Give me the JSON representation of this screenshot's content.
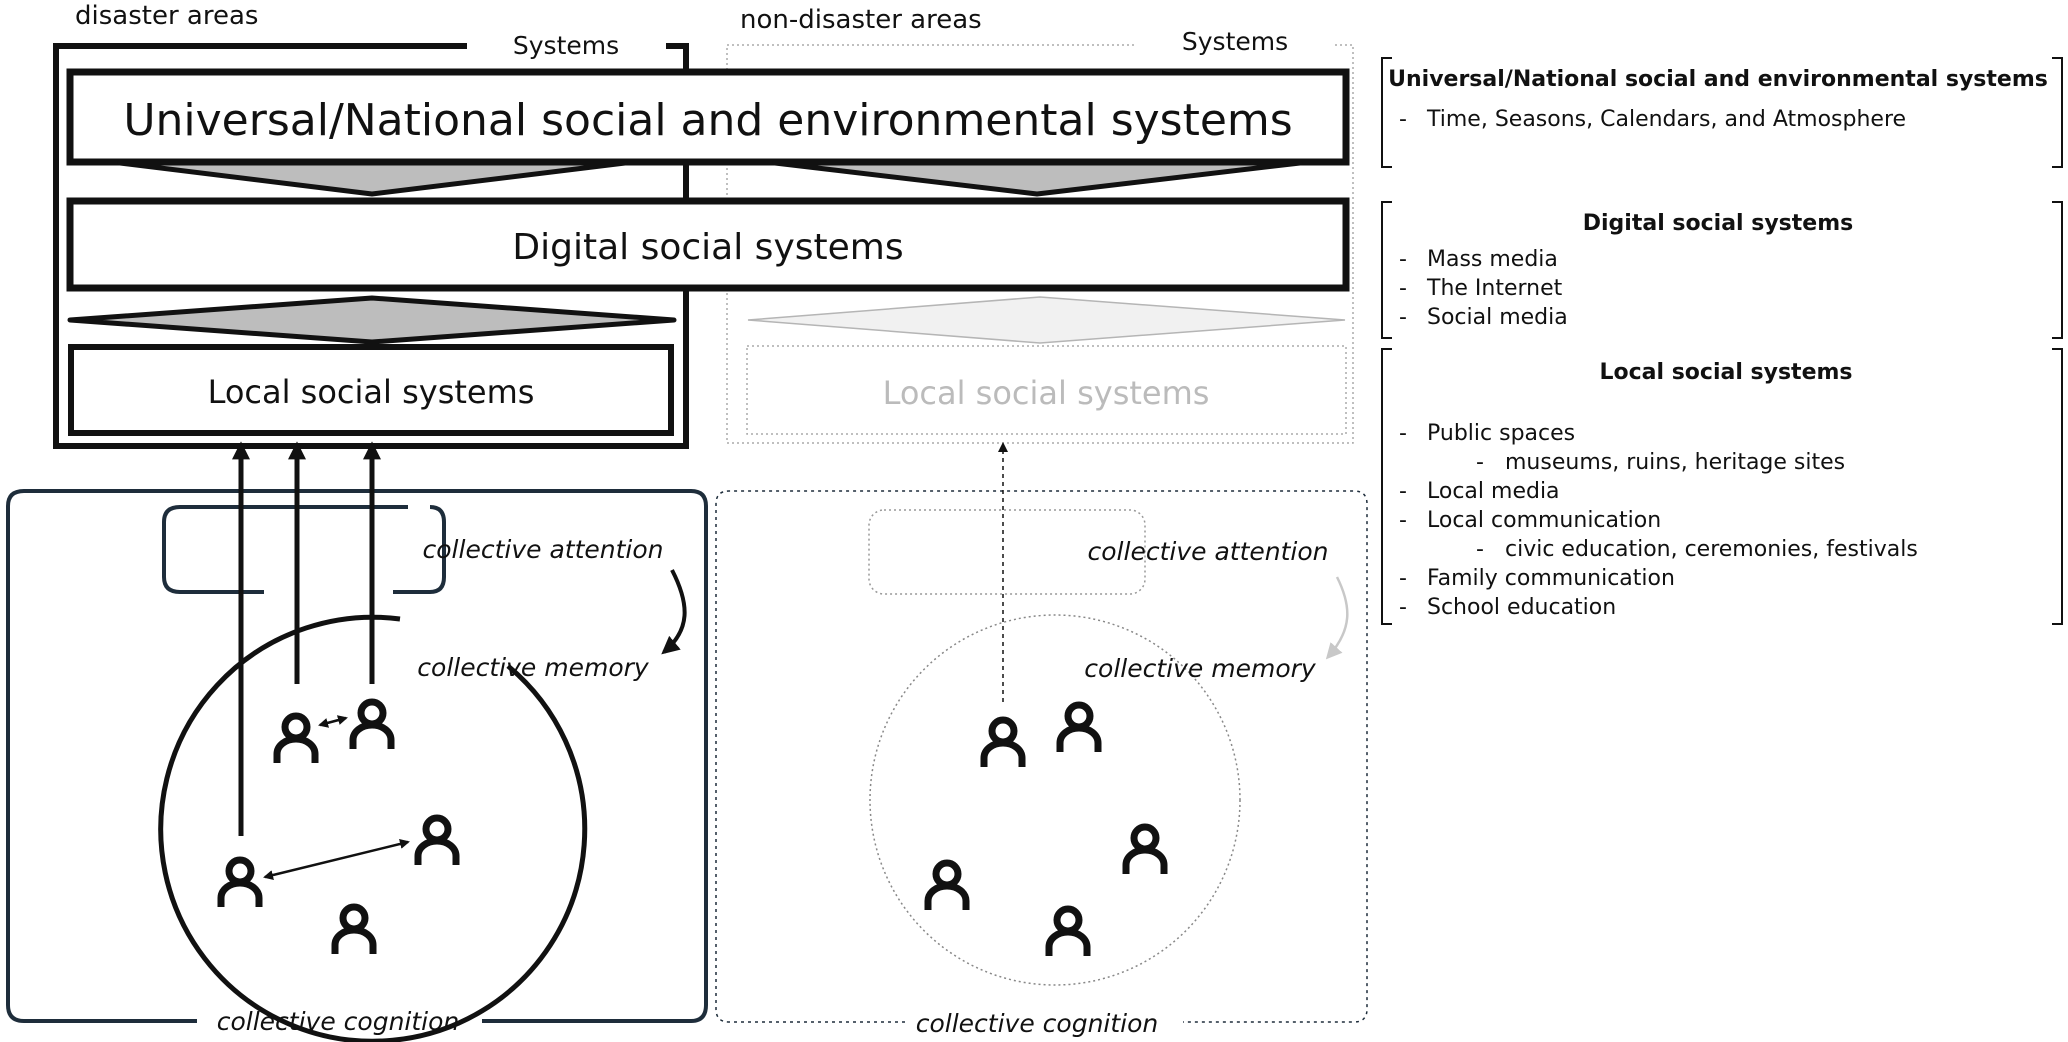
{
  "sections": {
    "disaster": "disaster areas",
    "non_disaster": "non-disaster areas",
    "systems_label": "Systems"
  },
  "boxes": {
    "universal": "Universal/National social and environmental systems",
    "digital": "Digital social systems",
    "local": "Local social systems"
  },
  "cognition": {
    "attention": "collective attention",
    "memory": "collective memory",
    "cognition": "collective cognition"
  },
  "legend": {
    "universal": {
      "title": "Universal/National social and environmental systems",
      "items": [
        {
          "text": "Time, Seasons, Calendars, and Atmosphere",
          "level": 1
        }
      ]
    },
    "digital": {
      "title": "Digital social systems",
      "items": [
        {
          "text": "Mass media",
          "level": 1
        },
        {
          "text": "The Internet",
          "level": 1
        },
        {
          "text": "Social media",
          "level": 1
        }
      ]
    },
    "local": {
      "title": "Local social systems",
      "items": [
        {
          "text": "Public spaces",
          "level": 1
        },
        {
          "text": "museums, ruins, heritage sites",
          "level": 2
        },
        {
          "text": "Local media",
          "level": 1
        },
        {
          "text": "Local communication",
          "level": 1
        },
        {
          "text": "civic education, ceremonies, festivals",
          "level": 2
        },
        {
          "text": "Family communication",
          "level": 1
        },
        {
          "text": "School education",
          "level": 1
        }
      ]
    }
  },
  "colors": {
    "dark": "#1a1a1a",
    "navy": "#1e2d3b",
    "gray_fill": "#bdbdbd",
    "light_fill": "#f1f1f1",
    "faint": "#bbbbbb"
  }
}
